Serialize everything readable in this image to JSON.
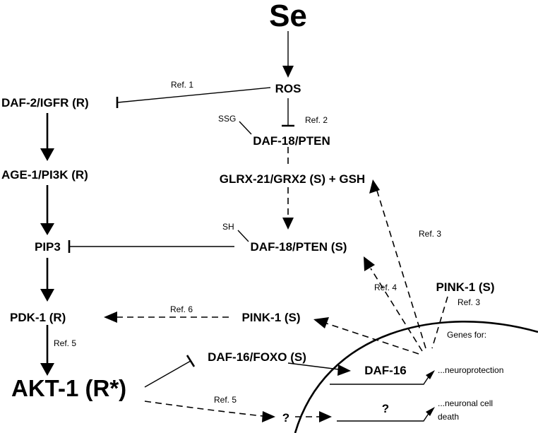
{
  "nodes": {
    "se": "Se",
    "ros": "ROS",
    "daf2": "DAF-2/IGFR (R)",
    "daf18_top": "DAF-18/PTEN",
    "age1": "AGE-1/PI3K (R)",
    "glrx": "GLRX-21/GRX2 (S) + GSH",
    "pip3": "PIP3",
    "daf18_s": "DAF-18/PTEN (S)",
    "pink1_right": "PINK-1 (S)",
    "pdk1": "PDK-1 (R)",
    "pink1_mid": "PINK-1 (S)",
    "daf16foxo": "DAF-16/FOXO (S)",
    "akt1": "AKT-1 (R*)",
    "daf16": "DAF-16",
    "q_small": "?",
    "q_nucleus": "?"
  },
  "modifications": {
    "ssg": "SSG",
    "sh": "SH"
  },
  "refs": {
    "ref1": "Ref. 1",
    "ref2": "Ref. 2",
    "ref3_upper": "Ref. 3",
    "ref3_lower": "Ref. 3",
    "ref4": "Ref. 4",
    "ref5_left": "Ref. 5",
    "ref5_bottom": "Ref. 5",
    "ref6": "Ref. 6"
  },
  "genes": {
    "header": "Genes for:",
    "neuroprotection": "...neuroprotection",
    "death_line1": "...neuronal cell",
    "death_line2": "death"
  }
}
